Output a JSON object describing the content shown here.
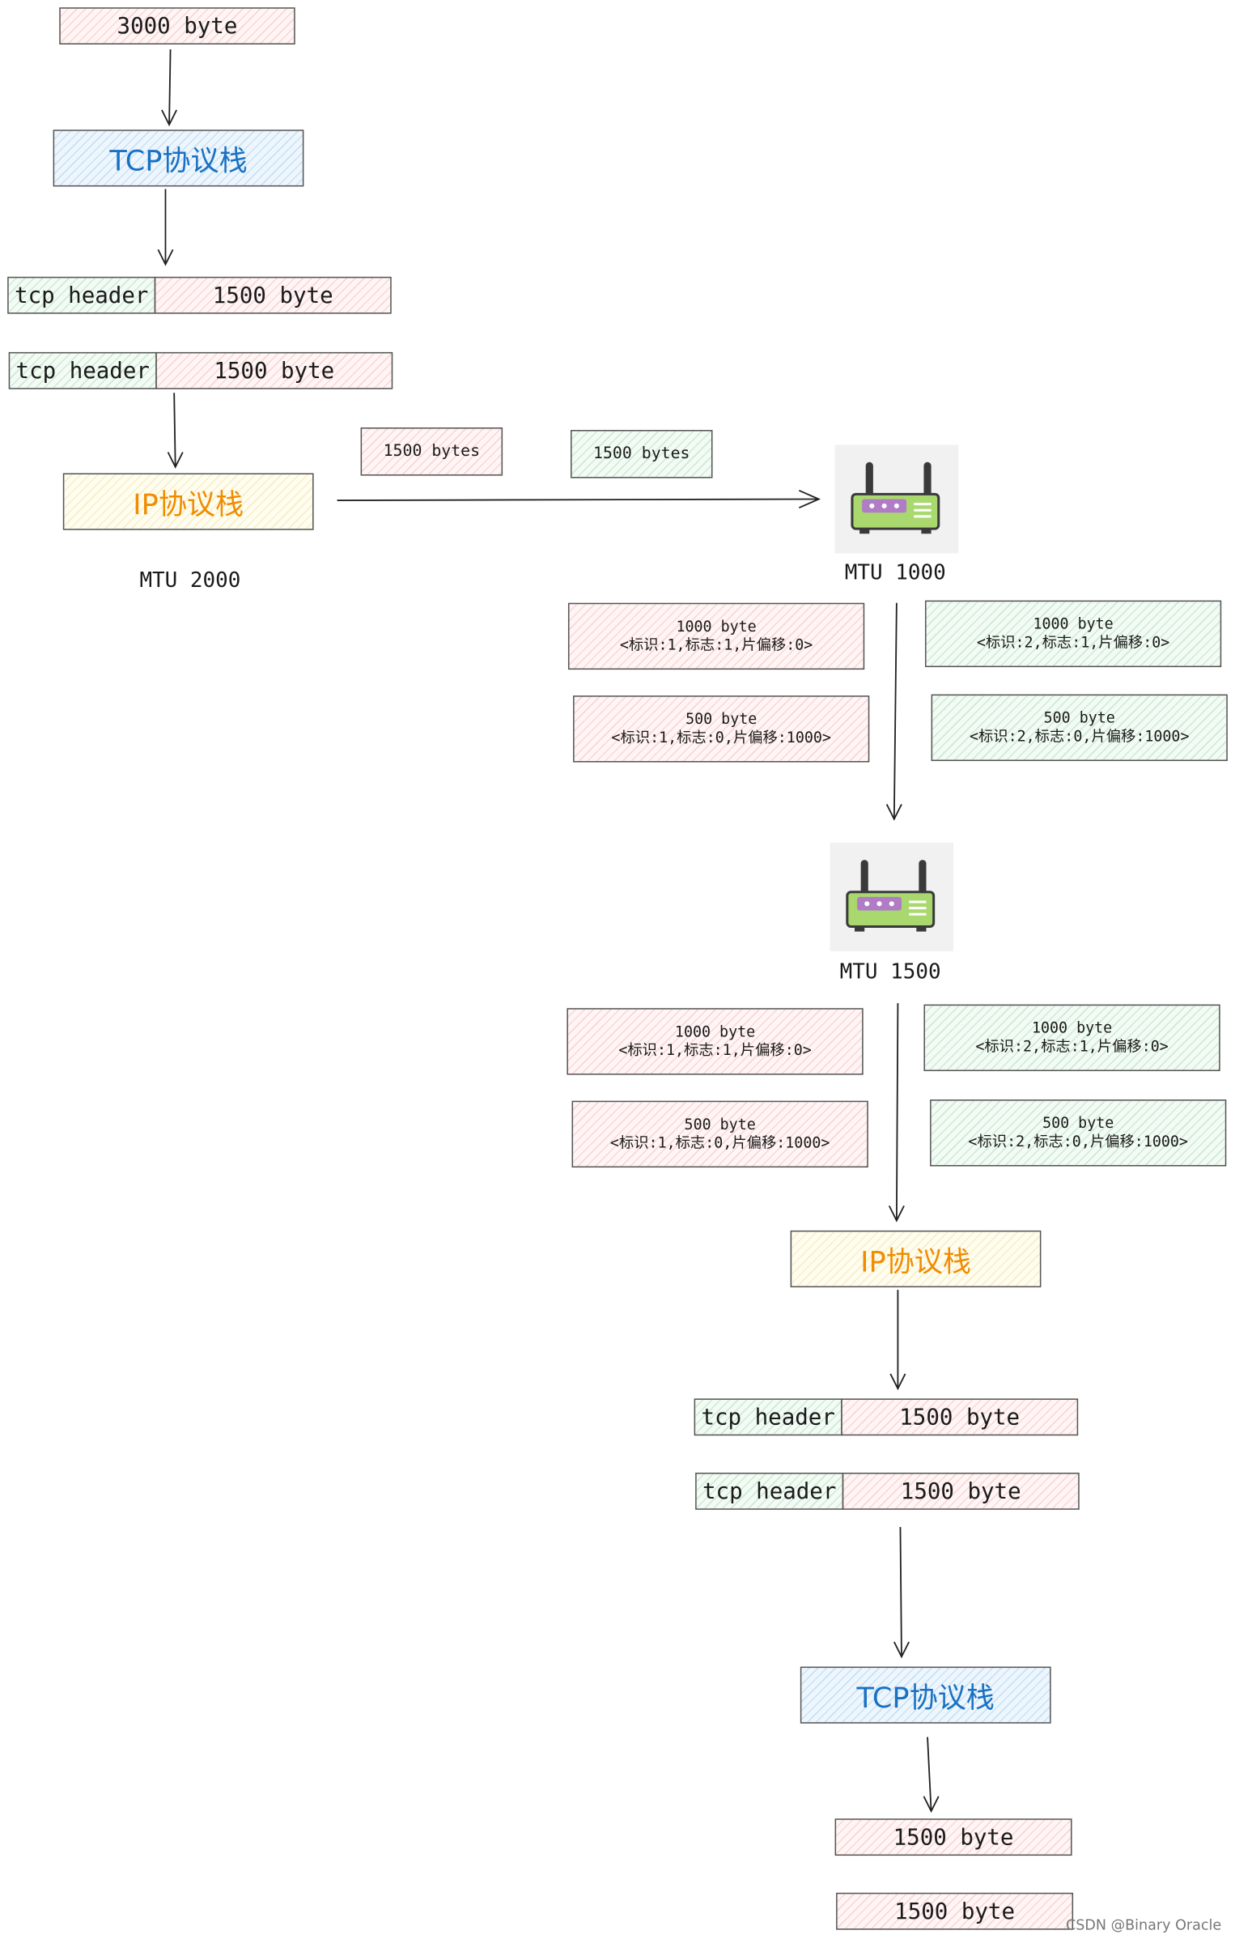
{
  "input": {
    "label": "3000 byte"
  },
  "sender": {
    "tcp_stack": "TCP协议栈",
    "segments": [
      {
        "header": "tcp header",
        "payload": "1500 byte"
      },
      {
        "header": "tcp header",
        "payload": "1500 byte"
      }
    ],
    "ip_stack": "IP协议栈",
    "mtu_label": "MTU 2000"
  },
  "in_flight": [
    "1500 bytes",
    "1500 bytes"
  ],
  "router1": {
    "icon": "router-icon",
    "mtu_label": "MTU 1000",
    "fragments": [
      {
        "size": "1000 byte",
        "meta": "<标识:1,标志:1,片偏移:0>"
      },
      {
        "size": "500 byte",
        "meta": "<标识:1,标志:0,片偏移:1000>"
      },
      {
        "size": "1000 byte",
        "meta": "<标识:2,标志:1,片偏移:0>"
      },
      {
        "size": "500 byte",
        "meta": "<标识:2,标志:0,片偏移:1000>"
      }
    ]
  },
  "router2": {
    "icon": "router-icon",
    "mtu_label": "MTU 1500",
    "fragments": [
      {
        "size": "1000 byte",
        "meta": "<标识:1,标志:1,片偏移:0>"
      },
      {
        "size": "500 byte",
        "meta": "<标识:1,标志:0,片偏移:1000>"
      },
      {
        "size": "1000 byte",
        "meta": "<标识:2,标志:1,片偏移:0>"
      },
      {
        "size": "500 byte",
        "meta": "<标识:2,标志:0,片偏移:1000>"
      }
    ]
  },
  "receiver": {
    "ip_stack": "IP协议栈",
    "segments": [
      {
        "header": "tcp header",
        "payload": "1500 byte"
      },
      {
        "header": "tcp header",
        "payload": "1500 byte"
      }
    ],
    "tcp_stack": "TCP协议栈",
    "outputs": [
      "1500 byte",
      "1500 byte"
    ]
  },
  "watermark": "CSDN @Binary Oracle",
  "colors": {
    "pink_fill": "#fff5f5",
    "green_fill": "#f2fbf4",
    "blue_fill": "#eef6fd",
    "yellow_fill": "#fffdf0",
    "tcp_text": "#1971c2",
    "ip_text": "#f08c00",
    "router_body": "#a9d86e",
    "router_panel": "#b07cc6"
  }
}
